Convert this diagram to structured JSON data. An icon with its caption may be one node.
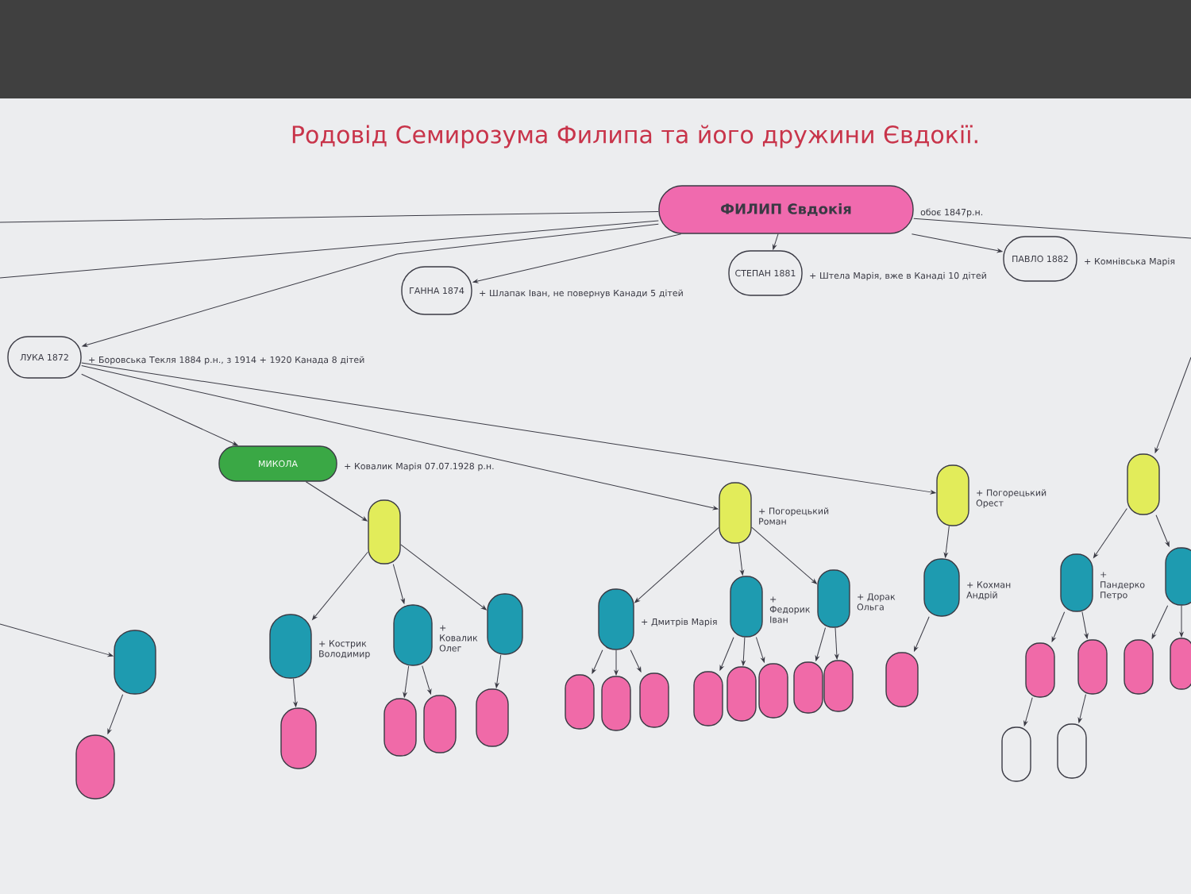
{
  "diagram": {
    "title": "Родовід Семирозума Филипа та його дружини Євдокії.",
    "nodes": [
      {
        "text": [
          "ФИЛИП Євдокія"
        ],
        "beside": [
          "обоє 1847р.н."
        ]
      },
      {
        "text": [
          "ГАННА 1874"
        ],
        "beside": [
          "+ Шлапак Іван, не повернув Канади 5 дітей"
        ]
      },
      {
        "text": [
          "СТЕПАН 1881"
        ],
        "beside": [
          "+ Штела Марія, вже в Канаді 10 дітей"
        ]
      },
      {
        "text": [
          "ПАВЛО 1882"
        ],
        "beside": [
          "+ Комнівська Марія"
        ]
      },
      {
        "text": [
          "ЛУКА 1872"
        ],
        "beside": [
          "+ Боровська Текля 1884 р.н., з 1914 + 1920 Канада 8 дітей"
        ]
      },
      {
        "text": [
          "МИКОЛА"
        ],
        "beside": [
          "+ Ковалик Марія 07.07.1928 р.н."
        ]
      },
      {
        "text": [],
        "shape": "oval"
      },
      {
        "text": [],
        "shape": "oval",
        "beside": [
          "+ Погорецький Роман"
        ]
      },
      {
        "text": [],
        "shape": "oval",
        "beside": [
          "+ Погорецький Орест"
        ]
      },
      {
        "text": [],
        "shape": "oval"
      },
      {
        "text": [],
        "shape": "oval"
      },
      {
        "text": [],
        "shape": "oval",
        "beside": [
          "+ Кострик Володимир"
        ]
      },
      {
        "text": [],
        "shape": "oval",
        "beside": [
          "+ Ковалик Олег"
        ]
      },
      {
        "text": [],
        "shape": "oval"
      },
      {
        "text": [],
        "shape": "oval",
        "beside": [
          "+ Дмитрів Марія"
        ]
      },
      {
        "text": [],
        "shape": "oval",
        "beside": [
          "+ Федорик Іван"
        ]
      },
      {
        "text": [],
        "shape": "oval",
        "beside": [
          "+ Дорак Ольга"
        ]
      },
      {
        "text": [],
        "shape": "oval",
        "beside": [
          "+ Кохман Андрій"
        ]
      },
      {
        "text": [],
        "shape": "oval",
        "beside": [
          "+ Пандерко Петро"
        ]
      },
      {
        "text": [],
        "shape": "oval"
      },
      {
        "text": [],
        "shape": "oval"
      },
      {
        "text": [],
        "shape": "oval"
      },
      {
        "text": [],
        "shape": "oval"
      },
      {
        "text": [],
        "shape": "oval"
      },
      {
        "text": [],
        "shape": "oval"
      },
      {
        "text": [],
        "shape": "oval"
      },
      {
        "text": [],
        "shape": "oval"
      },
      {
        "text": [],
        "shape": "oval"
      },
      {
        "text": [],
        "shape": "oval"
      },
      {
        "text": [],
        "shape": "oval"
      },
      {
        "text": [],
        "shape": "oval"
      },
      {
        "text": [],
        "shape": "oval"
      },
      {
        "text": [],
        "shape": "oval"
      },
      {
        "text": [],
        "shape": "oval"
      },
      {
        "text": [],
        "shape": "oval"
      },
      {
        "text": [],
        "shape": "oval"
      },
      {
        "text": [],
        "shape": "oval"
      },
      {
        "text": [],
        "shape": "oval"
      },
      {
        "text": [],
        "shape": "oval"
      },
      {
        "text": [],
        "shape": "oval"
      }
    ],
    "edges": [
      {
        "from": 0,
        "to": 1,
        "arrow": "to"
      },
      {
        "from": 0,
        "to": 2,
        "arrow": "to"
      },
      {
        "from": 0,
        "to": 3,
        "arrow": "to"
      },
      {
        "from": 0,
        "to": 4,
        "arrow": "to"
      },
      {
        "from": 0,
        "to": null,
        "arrow": "none"
      },
      {
        "from": 0,
        "to": null,
        "arrow": "none"
      },
      {
        "from": 0,
        "to": null,
        "arrow": "none"
      },
      {
        "from": 4,
        "to": 5,
        "arrow": "to"
      },
      {
        "from": 5,
        "to": 6,
        "arrow": "to"
      },
      {
        "from": 4,
        "to": 7,
        "arrow": "to"
      },
      {
        "from": 4,
        "to": 8,
        "arrow": "to"
      },
      {
        "from": null,
        "to": 9,
        "arrow": "to"
      },
      {
        "from": null,
        "to": 10,
        "arrow": "to"
      },
      {
        "from": 6,
        "to": 11,
        "arrow": "to"
      },
      {
        "from": 6,
        "to": 12,
        "arrow": "to"
      },
      {
        "from": 6,
        "to": 13,
        "arrow": "to"
      },
      {
        "from": 7,
        "to": 14,
        "arrow": "to"
      },
      {
        "from": 7,
        "to": 15,
        "arrow": "to"
      },
      {
        "from": 7,
        "to": 16,
        "arrow": "to"
      },
      {
        "from": 8,
        "to": 17,
        "arrow": "to"
      },
      {
        "from": 9,
        "to": 18,
        "arrow": "to"
      },
      {
        "from": 9,
        "to": 19,
        "arrow": "to"
      },
      {
        "from": 10,
        "to": 20,
        "arrow": "to"
      },
      {
        "from": 11,
        "to": 21,
        "arrow": "to"
      },
      {
        "from": 12,
        "to": 22,
        "arrow": "to"
      },
      {
        "from": 12,
        "to": 23,
        "arrow": "to"
      },
      {
        "from": 13,
        "to": 24,
        "arrow": "to"
      },
      {
        "from": 14,
        "to": 25,
        "arrow": "to"
      },
      {
        "from": 14,
        "to": 26,
        "arrow": "to"
      },
      {
        "from": 14,
        "to": 27,
        "arrow": "to"
      },
      {
        "from": 15,
        "to": 28,
        "arrow": "to"
      },
      {
        "from": 15,
        "to": 29,
        "arrow": "to"
      },
      {
        "from": 15,
        "to": 30,
        "arrow": "to"
      },
      {
        "from": 16,
        "to": 31,
        "arrow": "to"
      },
      {
        "from": 16,
        "to": 32,
        "arrow": "to"
      },
      {
        "from": 17,
        "to": 33,
        "arrow": "to"
      },
      {
        "from": 18,
        "to": 34,
        "arrow": "to"
      },
      {
        "from": 18,
        "to": 35,
        "arrow": "to"
      },
      {
        "from": 19,
        "to": 36,
        "arrow": "to"
      },
      {
        "from": 19,
        "to": 37,
        "arrow": "to"
      },
      {
        "from": 34,
        "to": 38,
        "arrow": "to"
      },
      {
        "from": 35,
        "to": 39,
        "arrow": "to"
      }
    ]
  }
}
